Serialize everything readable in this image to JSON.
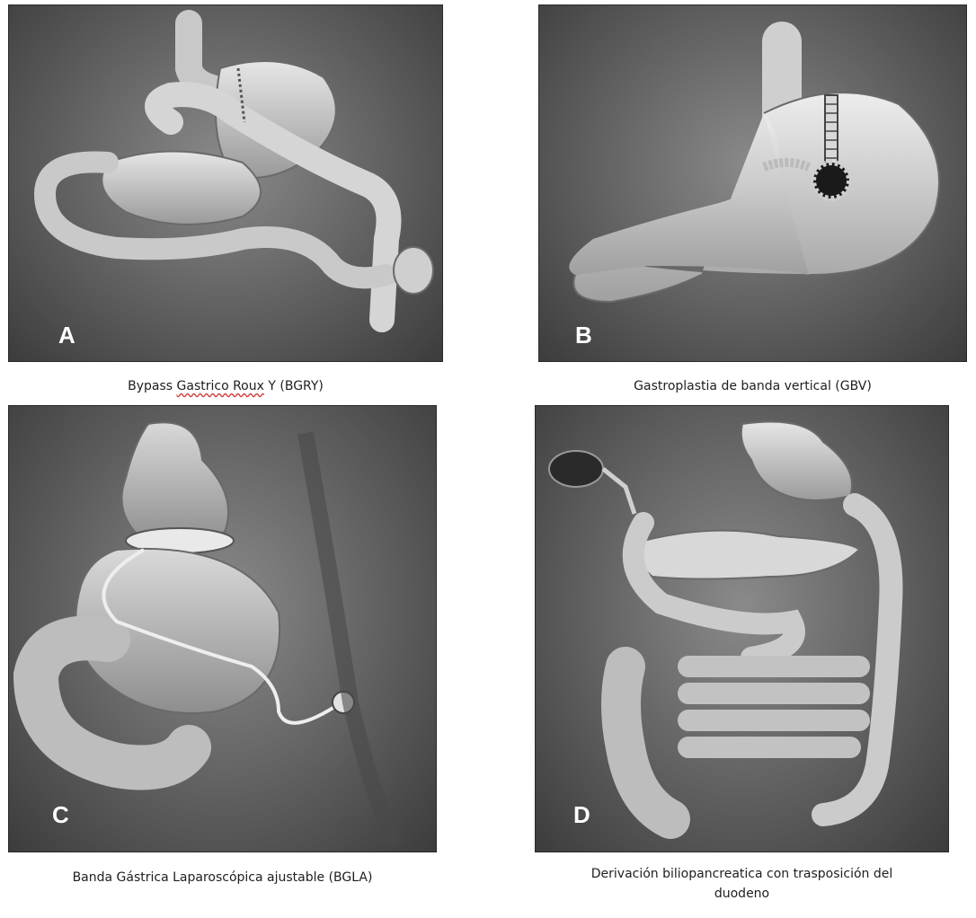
{
  "figures": [
    {
      "letter": "A",
      "caption_pre": "Bypass ",
      "caption_marked": "Gastrico Roux",
      "caption_post": " Y (BGRY)"
    },
    {
      "letter": "B",
      "caption": "Gastroplastia de banda vertical (GBV)"
    },
    {
      "letter": "C",
      "caption": "Banda Gástrica Laparoscópica ajustable (BGLA)"
    },
    {
      "letter": "D",
      "caption_line1": "Derivación biliopancreatica con trasposición del",
      "caption_line2": "duodeno"
    }
  ]
}
